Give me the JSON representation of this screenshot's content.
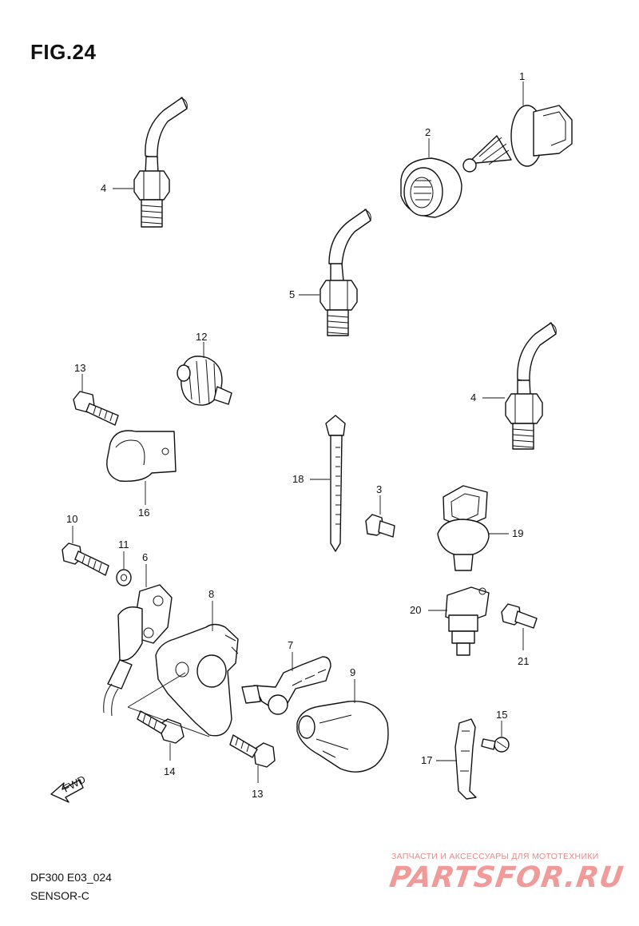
{
  "figure": {
    "title": "FIG.24",
    "code": "DF300 E03_024",
    "name": "SENSOR-C"
  },
  "callouts": [
    "1",
    "2",
    "3",
    "4",
    "4",
    "5",
    "6",
    "7",
    "8",
    "9",
    "10",
    "11",
    "12",
    "13",
    "13",
    "14",
    "15",
    "16",
    "17",
    "18",
    "19",
    "20",
    "21"
  ],
  "fwd_label": "FWD",
  "watermark": {
    "tagline": "ЗАПЧАСТИ И АКСЕССУАРЫ ДЛЯ МОТОТЕХНИКИ",
    "brand": "PARTSFOR.RU",
    "color": "#f19a9a"
  }
}
